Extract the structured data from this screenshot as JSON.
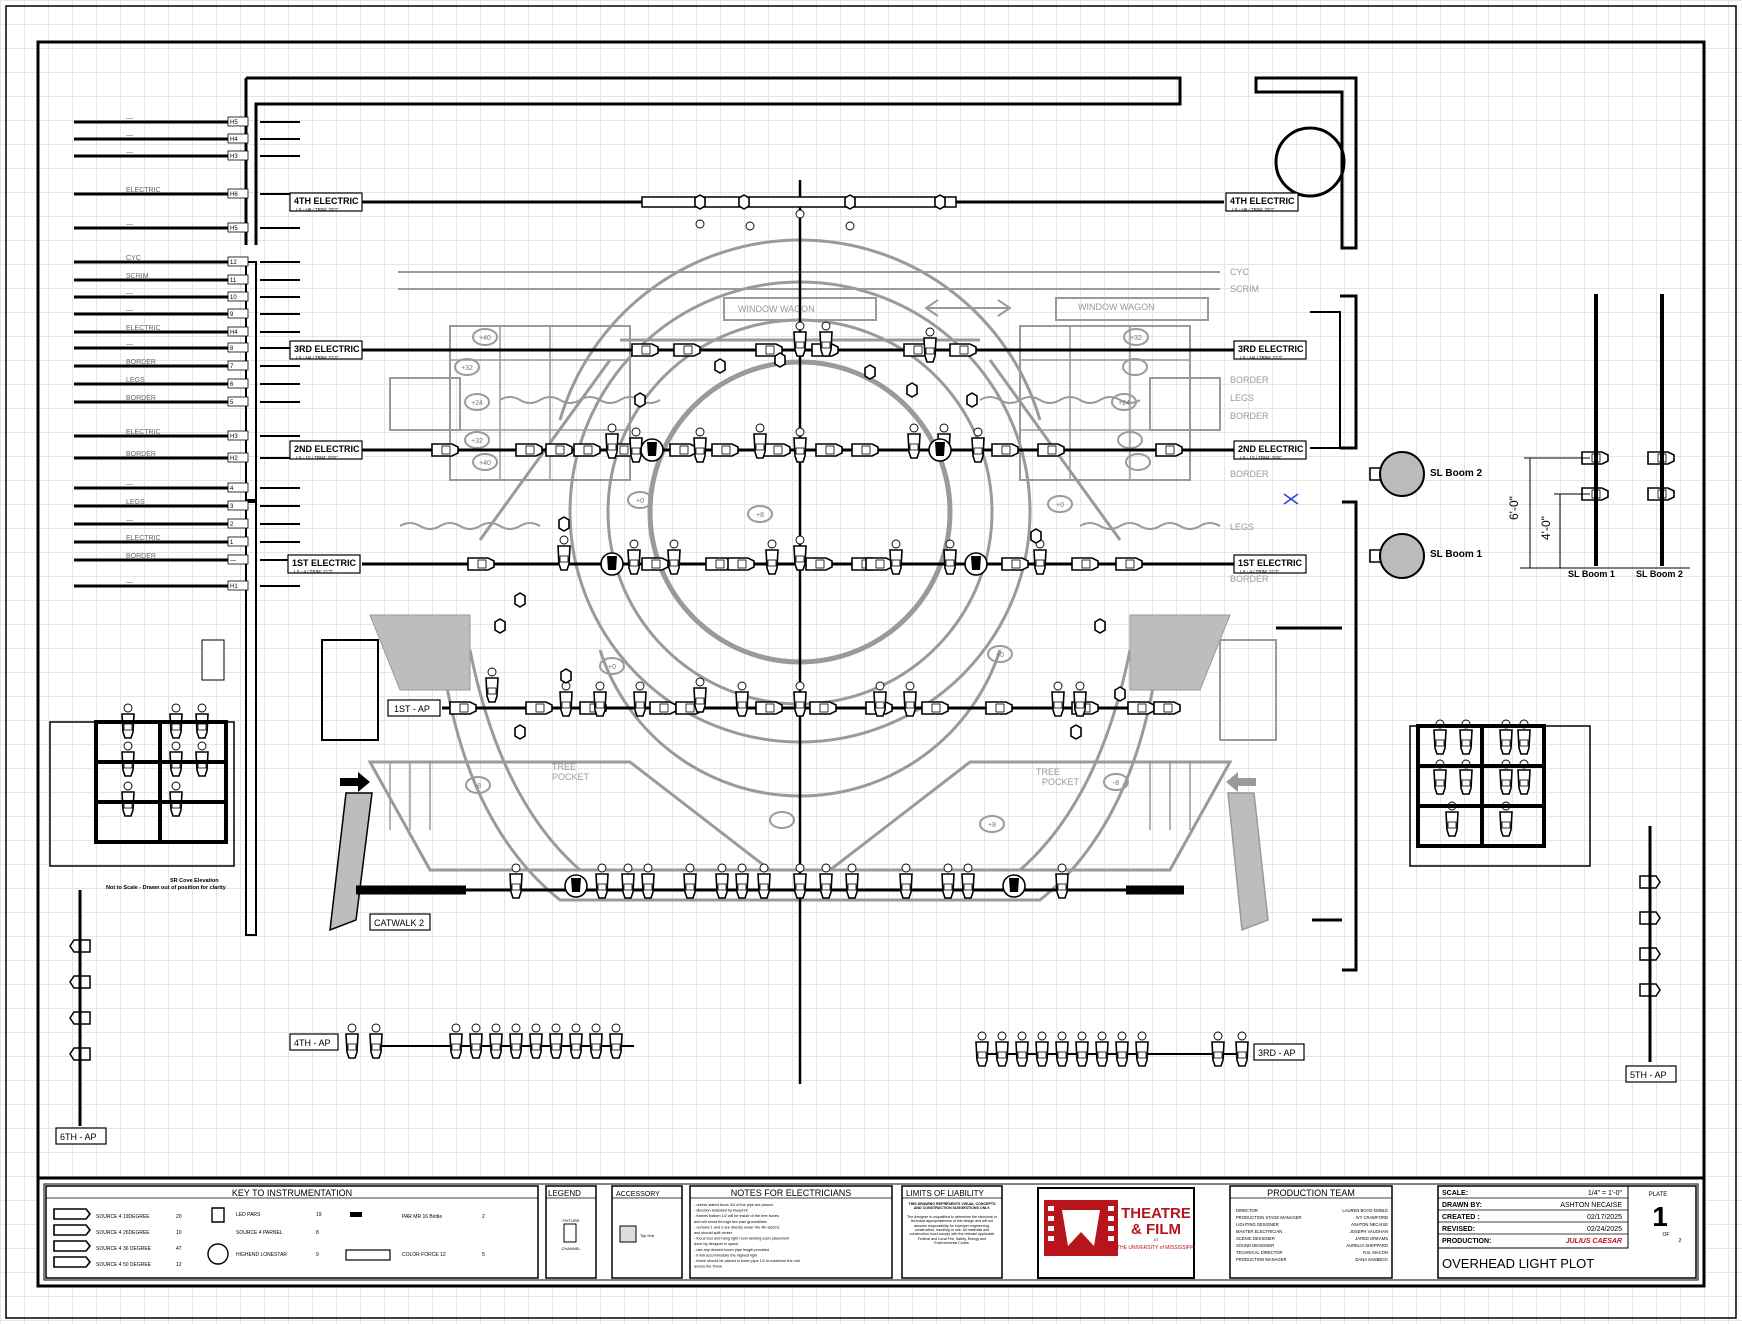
{
  "pipes": {
    "e4": {
      "label": "4TH ELECTRIC",
      "sub": "LS - H6  /  TRIM: 20'3\""
    },
    "e3": {
      "label": "3RD ELECTRIC",
      "sub": "LS - H4  /  TRIM: 21'3\""
    },
    "e2": {
      "label": "2ND ELECTRIC",
      "sub": "LS - 10  /  TRIM: 20'5\""
    },
    "e1": {
      "label": "1ST ELECTRIC",
      "sub": "LS - 4  /  TRIM: 21'7\""
    },
    "ap1": {
      "label": "1ST - AP"
    },
    "catwalk2": {
      "label": "CATWALK 2"
    },
    "ap4": {
      "label": "4TH - AP"
    },
    "ap3": {
      "label": "3RD - AP"
    },
    "ap5": {
      "label": "5TH - AP"
    },
    "ap6": {
      "label": "6TH - AP"
    }
  },
  "lineset_left": [
    {
      "name": "—",
      "num": "H5"
    },
    {
      "name": "—",
      "num": "H4"
    },
    {
      "name": "—",
      "num": "H3"
    },
    {
      "name": "ELECTRIC",
      "num": "H6"
    },
    {
      "name": "—",
      "num": "H5"
    },
    {
      "name": "CYC",
      "num": "12"
    },
    {
      "name": "SCRIM",
      "num": "11"
    },
    {
      "name": "—",
      "num": "10"
    },
    {
      "name": "—",
      "num": "9"
    },
    {
      "name": "ELECTRIC",
      "num": "H4"
    },
    {
      "name": "—",
      "num": "8"
    },
    {
      "name": "BORDER",
      "num": "7"
    },
    {
      "name": "LEGS",
      "num": "6"
    },
    {
      "name": "BORDER",
      "num": "5"
    },
    {
      "name": "ELECTRIC",
      "num": "H3"
    },
    {
      "name": "BORDER",
      "num": "H2"
    },
    {
      "name": "—",
      "num": "4"
    },
    {
      "name": "LEGS",
      "num": "3"
    },
    {
      "name": "—",
      "num": "2"
    },
    {
      "name": "ELECTRIC",
      "num": "1"
    },
    {
      "name": "BORDER",
      "num": "—"
    },
    {
      "name": "—",
      "num": "H1"
    }
  ],
  "scenery": {
    "cyc": "CYC",
    "scrim": "SCRIM",
    "window_wagon_l": "WINDOW WAGON",
    "window_wagon_r": "WINDOW WAGON",
    "border_1": "BORDER",
    "legs_1": "LEGS",
    "border_2": "BORDER",
    "border_3": "BORDER",
    "legs_2": "LEGS",
    "border_4": "BORDER",
    "tree_pocket_l1": "TREE",
    "tree_pocket_l2": "POCKET",
    "tree_pocket_r1": "TREE",
    "tree_pocket_r2": "POCKET",
    "hts": [
      "+40",
      "+32",
      "+24",
      "+32",
      "+40",
      "+32",
      "+24",
      "+8",
      "+0",
      "+0",
      "+0",
      "-8",
      "-8",
      "+0",
      "+8"
    ]
  },
  "booms": {
    "sl_boom_2": "SL Boom 2",
    "sl_boom_1": "SL Boom 1",
    "elev_b1": "SL Boom 1",
    "elev_b2": "SL Boom 2",
    "dim_6": "6'-0\"",
    "dim_4": "4'-0\""
  },
  "cove": {
    "note1": "SR Cove Elevation",
    "note2": "Not to Scale - Drawn out of position for clarity"
  },
  "title_block": {
    "key_title": "KEY TO INSTRUMENTATION",
    "key_items": [
      {
        "name": "SOURCE 4 19DEGREE",
        "count": "20"
      },
      {
        "name": "SOURCE 4 26DEGREE",
        "count": "10"
      },
      {
        "name": "SOURCE 4 36 DEGREE",
        "count": "47"
      },
      {
        "name": "SOURCE 4 50 DEGREE",
        "count": "12"
      },
      {
        "name": "LED PARS",
        "count": "19"
      },
      {
        "name": "SOURCE 4 PARNEL",
        "count": "8"
      },
      {
        "name": "HIGHEND LONESTAR",
        "count": "9"
      },
      {
        "name": "PAR MR 16 Birdie",
        "count": "2"
      },
      {
        "name": "COLOR FORCE 12",
        "count": "5"
      }
    ],
    "legend_title": "LEGEND",
    "legend_items": [
      "FIXTURE",
      "CHANNEL"
    ],
    "accessory_title": "ACCESSORY",
    "accessory_item": "Top Hat",
    "notes_title": "NOTES FOR ELECTRICIANS",
    "notes": [
      "- unless stated focus 3/4 of the pipe are placed",
      "- direction indicated by blueprint",
      "- frames bottom 1/2 will be inside of the tree boxes",
      "  and will shoot through two plan groundlines",
      "- curtains 1 and 2 are directly under the 4th electric",
      "  and should split center",
      "- focus tour and hang right room landing each placement",
      "  done by designer in space",
      "- use any desired boom pipe length provided",
      "- it will accommodate the highest light",
      "- frame should be placed in boom pipe 1/2 to maximize the unit",
      "  across the throw"
    ],
    "liability_title": "LIMITS OF LIABILITY",
    "liability_p1": "THIS DRAWING REPRESENTS VISUAL CONCEPTS AND CONSTRUCTION SUGGESTIONS ONLY.",
    "liability_p2": "The designer is unqualified to determine the structural or technical appropriateness of this design and will not assume responsibility for improper engineering, construction, handling or use. All materials and construction must comply with the relevant applicable Federal and Local Fire, Safety, Energy and Environmental Codes.",
    "logo_line1": "THEATRE",
    "logo_line2": "& FILM",
    "logo_at": "AT",
    "logo_line3": "THE UNIVERSITY of MISSISSIPPI",
    "team_title": "PRODUCTION TEAM",
    "team": [
      {
        "role": "DIRECTOR",
        "name": "LAUREN BOYD-NOBLE"
      },
      {
        "role": "PRODUCTION STAGE MANAGER",
        "name": "IVY CRAWFORD"
      },
      {
        "role": "LIGHTING DESIGNER",
        "name": "ASHTON NECAISE"
      },
      {
        "role": "MASTER ELECTRICIAN",
        "name": "JOSEPH VAUGHAN"
      },
      {
        "role": "SCENIC DESIGNER",
        "name": "JARED DREAMS"
      },
      {
        "role": "SOUND DESIGNER",
        "name": "AURELIA SHEPPARD"
      },
      {
        "role": "TECHNICAL DIRECTOR",
        "name": "R.B. MACON"
      },
      {
        "role": "PRODUCTION MANAGER",
        "name": "DANA SANBECK"
      }
    ],
    "scale_label": "SCALE:",
    "scale_value": "1/4\" = 1'-0\"",
    "drawn_label": "DRAWN BY:",
    "drawn_value": "ASHTON NECAISE",
    "created_label": "CREATED :",
    "created_value": "02/17/2025",
    "revised_label": "REVISED:",
    "revised_value": "02/24/2025",
    "production_label": "PRODUCTION:",
    "production_value": "JULIUS CAESAR",
    "sheet_title": "OVERHEAD LIGHT PLOT",
    "plate_label": "PLATE",
    "plate_num": "1",
    "plate_of": "OF",
    "plate_total": "2"
  },
  "colors": {
    "ink": "#000000",
    "scenery": "#9a9a9a",
    "grid": "#e6e6e6",
    "logo_red": "#b8141c",
    "marker_blue": "#2b3fd6"
  }
}
